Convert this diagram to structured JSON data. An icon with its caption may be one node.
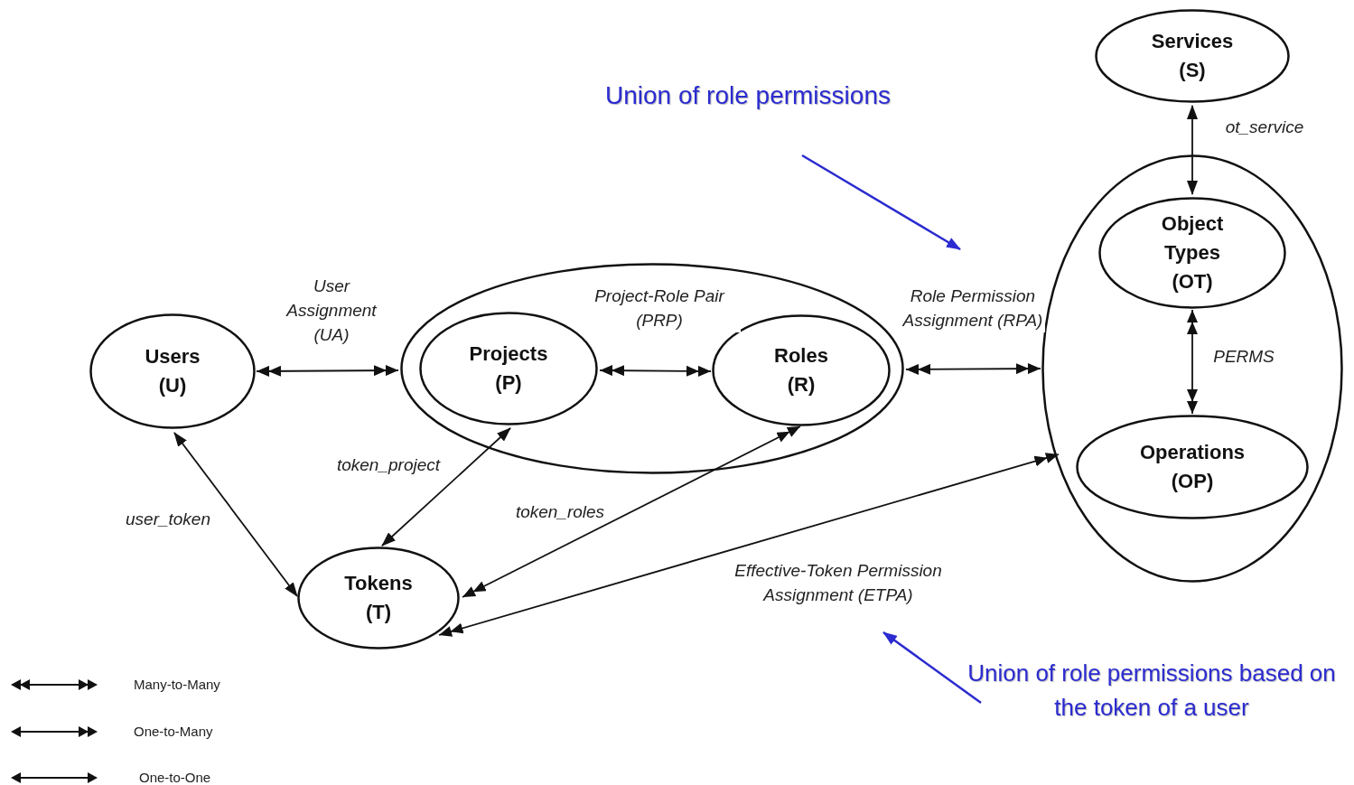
{
  "diagram": {
    "nodes": [
      {
        "text": [
          "Services (S)"
        ]
      },
      {
        "text": [
          "Union of role permissions"
        ]
      },
      {
        "text": [],
        "shape": "ellipse"
      },
      {
        "text": [
          "Object Types (OT)"
        ],
        "in": 2
      },
      {
        "text": [
          "Users (U)"
        ]
      },
      {
        "text": [],
        "shape": "ellipse"
      },
      {
        "text": [
          "Projects (P)"
        ],
        "in": 5
      },
      {
        "text": [
          "Roles (R)"
        ],
        "in": 5
      },
      {
        "text": [
          "Operations (OP)"
        ],
        "in": 2
      },
      {
        "text": [
          "Tokens (T)"
        ]
      },
      {
        "text": [
          "Union of role permissions based on the token of a user"
        ]
      }
    ],
    "edges": [
      {
        "from": 0,
        "to": 3,
        "arrow": "both",
        "label": "ot_service"
      },
      {
        "from": 1,
        "to": null,
        "arrow": "to",
        "color": "#2b2bd0"
      },
      {
        "from": 4,
        "to": 5,
        "arrow": "both",
        "label": "User Assignment (UA)"
      },
      {
        "from": 6,
        "to": 7,
        "arrow": "both",
        "label": "Project-Role Pair (PRP)"
      },
      {
        "from": 5,
        "to": 2,
        "arrow": "both",
        "label": "Role Permission Assignment (RPA)"
      },
      {
        "from": 3,
        "to": 8,
        "arrow": "both",
        "label": "PERMS"
      },
      {
        "from": 4,
        "to": 9,
        "arrow": "both",
        "label": "user_token"
      },
      {
        "from": 6,
        "to": 9,
        "arrow": "both",
        "label": "token_project"
      },
      {
        "from": 7,
        "to": 9,
        "arrow": "both",
        "label": "token_roles"
      },
      {
        "from": 9,
        "to": 2,
        "arrow": "both",
        "label": "Effective-Token Permission Assignment (ETPA)"
      },
      {
        "from": 10,
        "to": null,
        "arrow": "to",
        "color": "#2b2bd0"
      }
    ],
    "legend": [
      {
        "text": "Many-to-Many"
      },
      {
        "text": "One-to-Many"
      },
      {
        "text": "One-to-One"
      }
    ]
  }
}
